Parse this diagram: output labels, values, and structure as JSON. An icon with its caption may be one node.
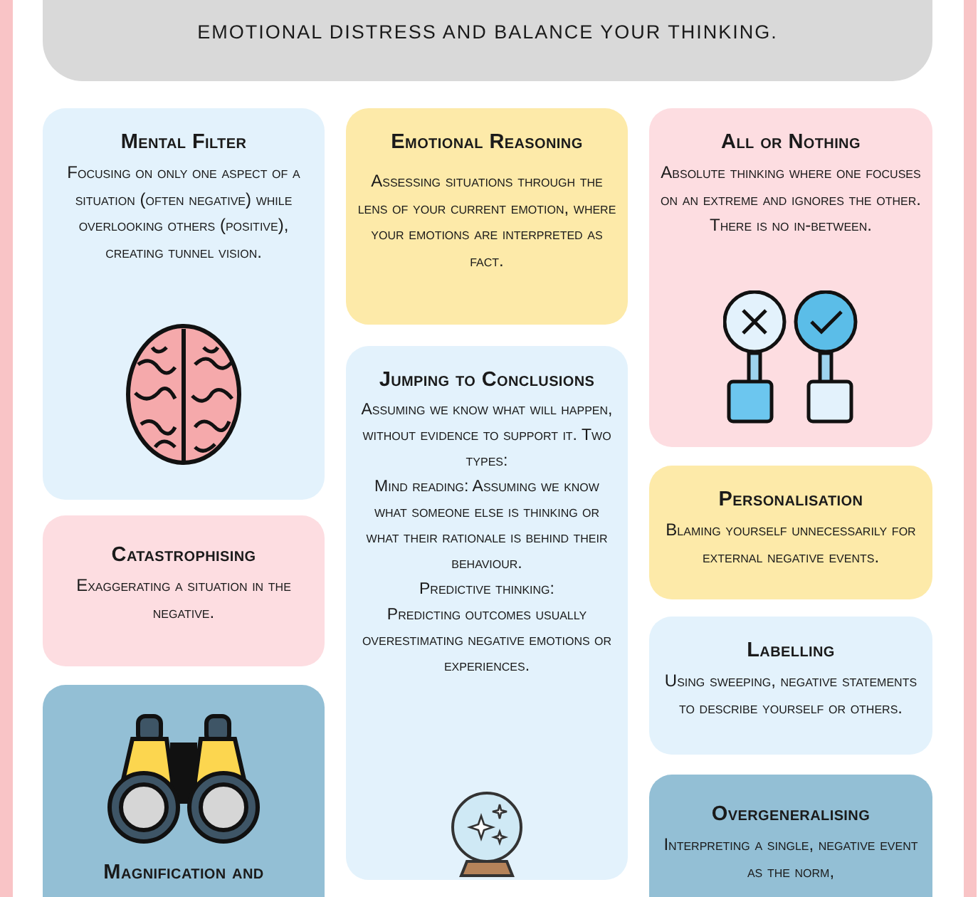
{
  "diagram": {
    "nodes": [
      {
        "text": [
          "EMOTIONAL DISTRESS AND BALANCE YOUR THINKING."
        ]
      },
      {
        "text": [
          "Mental Filter",
          "Focusing on only one aspect of a situation (often negative) while overlooking others (positive), creating tunnel vision."
        ]
      },
      {
        "text": [
          "Emotional Reasoning",
          "Assessing situations through the lens of your current emotion, where your emotions are interpreted as fact."
        ]
      },
      {
        "text": [
          "All or Nothing",
          "Absolute thinking where one focuses on an extreme and ignores the other. There is no in-between."
        ]
      },
      {
        "text": [
          "Jumping to Conclusions",
          "Assuming we know what will happen, without evidence to support it. Two types:",
          "Mind reading: Assuming we know what someone else is thinking or what their rationale is behind their behaviour.",
          "Predictive thinking:",
          "Predicting outcomes usually overestimating negative emotions or experiences."
        ]
      },
      {
        "text": [
          "Catastrophising",
          "Exaggerating a situation in the negative."
        ]
      },
      {
        "text": [
          "Personalisation",
          "Blaming yourself unnecessarily for external negative events."
        ]
      },
      {
        "text": [
          "Labelling",
          "Using sweeping, negative statements to describe yourself or others."
        ]
      },
      {
        "text": [
          "Magnification and"
        ]
      },
      {
        "text": [
          "Overgeneralising",
          "Interpreting a single, negative event as the norm,"
        ]
      }
    ],
    "edges": []
  }
}
